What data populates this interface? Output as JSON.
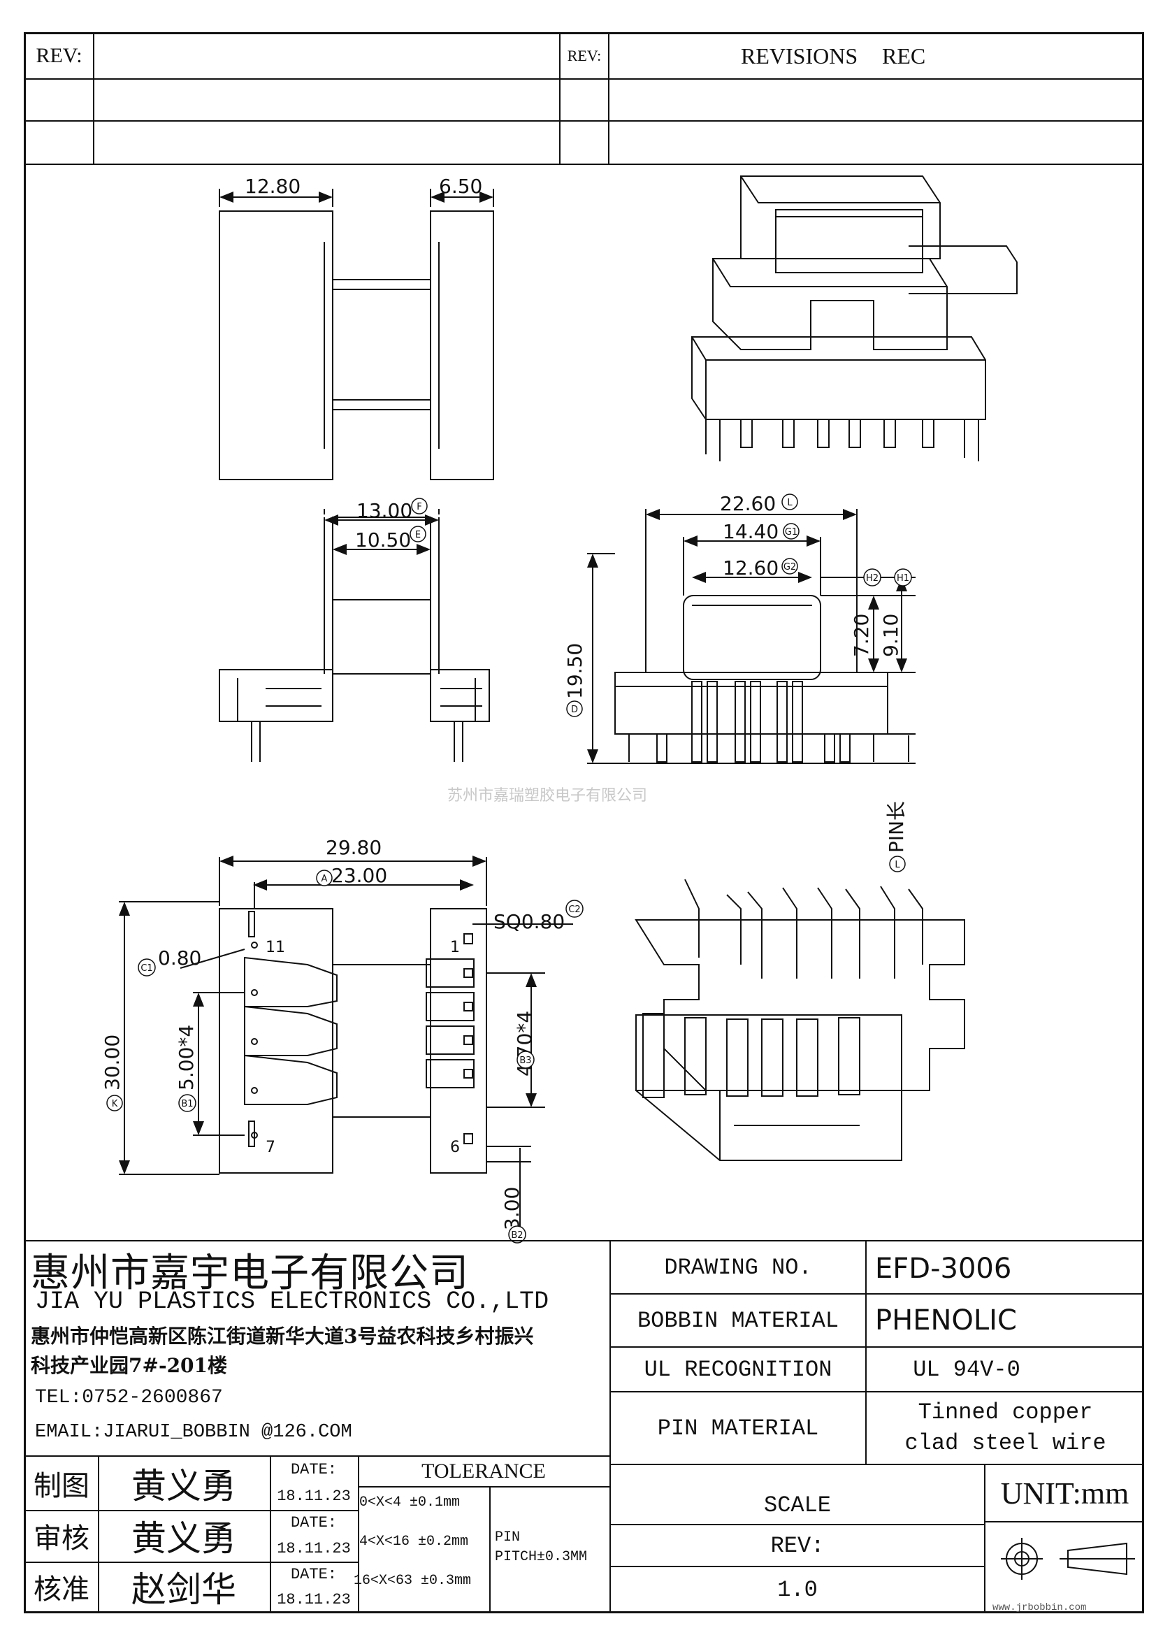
{
  "revision_block": {
    "rev_label_left": "REV:",
    "rev_label_right": "REV:",
    "revisions_label": "REVISIONS",
    "rec_label": "REC"
  },
  "dimensions": {
    "top_width": "12.80",
    "top_depth": "6.50",
    "flange_outer": "13.00",
    "flange_inner": "10.50",
    "tag_f": "F",
    "tag_e": "E",
    "overall_width": "22.60",
    "tag_l": "L",
    "core_width_g1": "14.40",
    "tag_g1": "G1",
    "core_width_g2": "12.60",
    "tag_g2": "G2",
    "tag_h2": "H2",
    "tag_h1": "H1",
    "height_h2": "7.20",
    "height_h1": "9.10",
    "overall_height": "19.50",
    "tag_d": "D",
    "pin_length_label": "PIN长",
    "bottom_width": "29.80",
    "bottom_width_a": "23.00",
    "tag_a": "A",
    "pin_square": "SQ0.80",
    "tag_c2": "C2",
    "pin_diameter": "0.80",
    "tag_c1": "C1",
    "overall_length": "30.00",
    "tag_k": "K",
    "pitch_b1": "5.00*4",
    "tag_b1": "B1",
    "pitch_b3": "4.70*4",
    "tag_b3": "B3",
    "pitch_b2": "3.00",
    "tag_b2": "B2",
    "pin_11": "11",
    "pin_1": "1",
    "pin_7": "7",
    "pin_6": "6"
  },
  "watermark": "苏州市嘉瑞塑胶电子有限公司",
  "company": {
    "name_cn": "惠州市嘉宇电子有限公司",
    "name_en": "JIA YU PLASTICS ELECTRONICS CO.,LTD",
    "address_line1": "惠州市仲恺高新区陈江街道新华大道3号益农科技乡村振兴",
    "address_line2": "科技产业园7#-201楼",
    "tel": "TEL:0752-2600867",
    "email": "EMAIL:JIARUI_BOBBIN @126.COM"
  },
  "approvals": [
    {
      "role": "制图",
      "name": "黄义勇",
      "date_label": "DATE:",
      "date": "18.11.23"
    },
    {
      "role": "审核",
      "name": "黄义勇",
      "date_label": "DATE:",
      "date": "18.11.23"
    },
    {
      "role": "核准",
      "name": "赵剑华",
      "date_label": "DATE:",
      "date": "18.11.23"
    }
  ],
  "tolerance": {
    "title": "TOLERANCE",
    "rows": [
      "0<X<4  ±0.1mm",
      "4<X<16 ±0.2mm",
      "16<X<63 ±0.3mm"
    ],
    "pin_label": "PIN",
    "pin_pitch": "PITCH±0.3MM"
  },
  "spec": {
    "drawing_no_label": "DRAWING   NO.",
    "drawing_no": "EFD-3006",
    "bobbin_material_label": "BOBBIN  MATERIAL",
    "bobbin_material": "PHENOLIC",
    "ul_label": "UL RECOGNITION",
    "ul_value": "UL 94V-0",
    "pin_material_label": "PIN MATERIAL",
    "pin_material_line1": "Tinned copper",
    "pin_material_line2": "clad steel wire",
    "scale_label": "SCALE",
    "unit": "UNIT:mm",
    "rev_label": "REV:",
    "rev_value": "1.0",
    "website": "www.jrbobbin.com"
  }
}
